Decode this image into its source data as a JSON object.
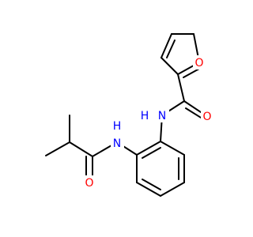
{
  "molecule": {
    "atoms": {
      "O_furan": {
        "text": "O",
        "color": "#ff0000"
      },
      "N_amide1": {
        "text": "N",
        "color": "#0000ff"
      },
      "H_amide1": {
        "text": "H",
        "color": "#0000ff"
      },
      "O_amide1": {
        "text": "O",
        "color": "#ff0000"
      },
      "N_amide2": {
        "text": "N",
        "color": "#0000ff"
      },
      "H_amide2": {
        "text": "H",
        "color": "#0000ff"
      },
      "O_amide2": {
        "text": "O",
        "color": "#ff0000"
      }
    },
    "bond_color": "#000000",
    "background": "#ffffff"
  }
}
